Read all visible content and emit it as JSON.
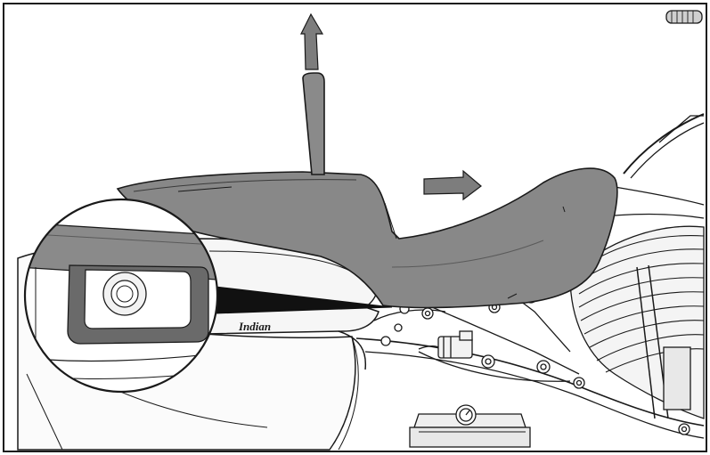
{
  "diagram": {
    "badge_text": "Indian",
    "colors": {
      "seat_fill": "#878787",
      "seat_shadow": "#6f6f6f",
      "arrow_fill": "#7d7d7d",
      "detail_dark": "#6a6a6a",
      "line": "#1a1a1a",
      "background": "#ffffff"
    },
    "arrows": [
      {
        "name": "up-arrow",
        "direction": "up"
      },
      {
        "name": "right-arrow",
        "direction": "right"
      }
    ],
    "callout": {
      "name": "detail-magnifier",
      "shape": "circle"
    }
  }
}
